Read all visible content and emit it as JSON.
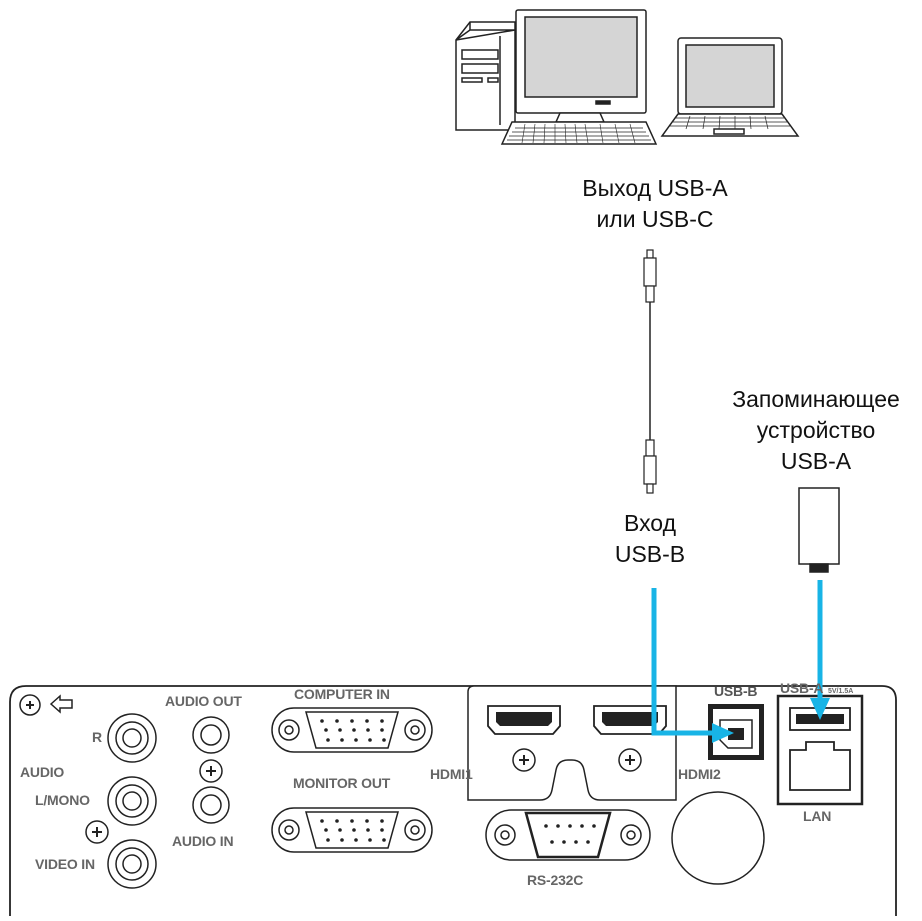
{
  "labels": {
    "usb_output_line1": "Выход USB-A",
    "usb_output_line2": "или USB-C",
    "storage_line1": "Запоминающее",
    "storage_line2": "устройство",
    "storage_line3": "USB-A",
    "usb_input_line1": "Вход",
    "usb_input_line2": "USB-B"
  },
  "panel": {
    "audio_out": "AUDIO OUT",
    "computer_in": "COMPUTER IN",
    "monitor_out": "MONITOR OUT",
    "audio": "AUDIO",
    "r": "R",
    "l_mono": "L/MONO",
    "video_in": "VIDEO IN",
    "audio_in": "AUDIO IN",
    "hdmi1": "HDMI1",
    "hdmi2": "HDMI2",
    "usb_b": "USB-B",
    "usb_a": "USB-A",
    "usb_rating": "5V/1.5A",
    "lan": "LAN",
    "rs232c": "RS-232C"
  },
  "colors": {
    "connection_line": "#18b4e6",
    "outline": "#111111",
    "panel_text": "#666666"
  },
  "icons": [
    "desktop-computer-icon",
    "laptop-icon",
    "usb-cable-icon",
    "usb-flash-drive-icon"
  ]
}
